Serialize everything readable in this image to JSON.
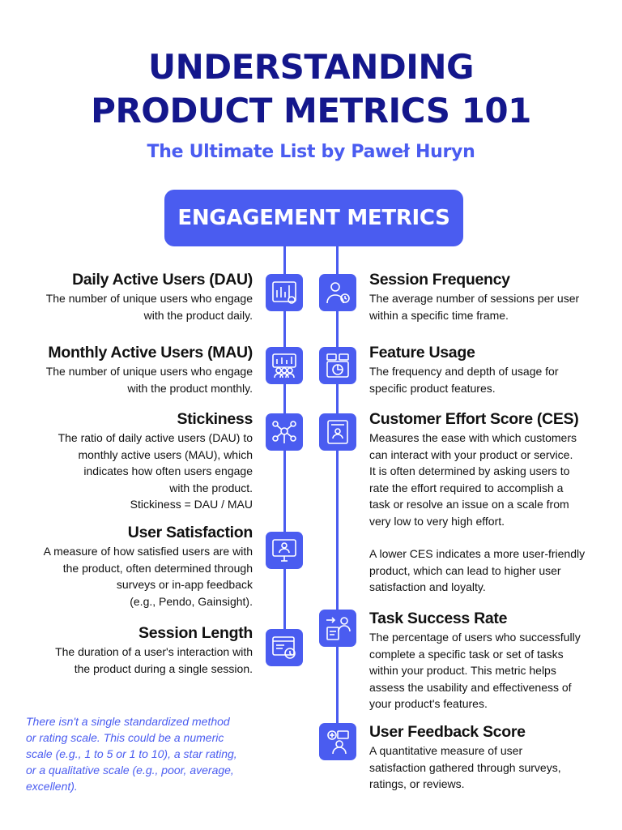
{
  "header": {
    "title_line1": "UNDERSTANDING",
    "title_line2": "PRODUCT METRICS 101",
    "subtitle": "The Ultimate List by Paweł Huryn"
  },
  "section_title": "ENGAGEMENT METRICS",
  "colors": {
    "accent": "#4a5cf0",
    "title": "#14178c",
    "text": "#111111"
  },
  "left_metrics": [
    {
      "title": "Daily Active Users (DAU)",
      "desc": "The number of unique users who engage\nwith the product daily.",
      "icon": "bar-chart-icon"
    },
    {
      "title": "Monthly Active Users (MAU)",
      "desc": "The number of unique users who engage\nwith the product monthly.",
      "icon": "users-group-icon"
    },
    {
      "title": "Stickiness",
      "desc": "The ratio of daily active users (DAU) to\nmonthly active users (MAU), which\nindicates how often users engage\nwith the product.",
      "formula": "Stickiness = DAU / MAU",
      "icon": "network-icon"
    },
    {
      "title": "User Satisfaction",
      "desc": "A measure of how satisfied users are with\nthe product, often determined through\nsurveys  or in-app feedback\n(e.g., Pendo, Gainsight).",
      "icon": "monitor-user-icon"
    },
    {
      "title": "Session Length",
      "desc": "The duration of a user's interaction with\nthe product during a single session.",
      "icon": "browser-clock-icon"
    }
  ],
  "right_metrics": [
    {
      "title": "Session Frequency",
      "desc": "The average number of sessions per user\nwithin a specific time frame.",
      "icon": "user-clock-icon"
    },
    {
      "title": "Feature Usage",
      "desc": "The frequency and depth of usage for\nspecific product features.",
      "icon": "pie-chart-board-icon"
    },
    {
      "title": "Customer Effort Score (CES)",
      "desc": "Measures the ease with which customers\ncan interact with your product or service.\nIt is often determined by asking users to\nrate the effort required to accomplish a\ntask or resolve an issue on a scale from\nvery low to very high effort.",
      "note": "A lower CES indicates a more user-friendly\nproduct, which can lead to higher user\nsatisfaction and loyalty.",
      "icon": "survey-user-icon"
    },
    {
      "title": "Task Success Rate",
      "desc": "The percentage of users who successfully\ncomplete a specific task or set of tasks\nwithin your product. This metric helps\nassess the usability and effectiveness of\nyour product's features.",
      "icon": "task-checklist-icon"
    },
    {
      "title": "User Feedback Score",
      "desc": "A quantitative measure of user\nsatisfaction gathered through surveys,\nratings, or reviews.",
      "icon": "feedback-user-icon"
    }
  ],
  "footnote": "There isn't a single standardized method\nor rating scale. This could be a numeric\nscale (e.g., 1 to 5 or 1 to 10), a star rating,\nor a qualitative scale (e.g., poor, average,\nexcellent)."
}
